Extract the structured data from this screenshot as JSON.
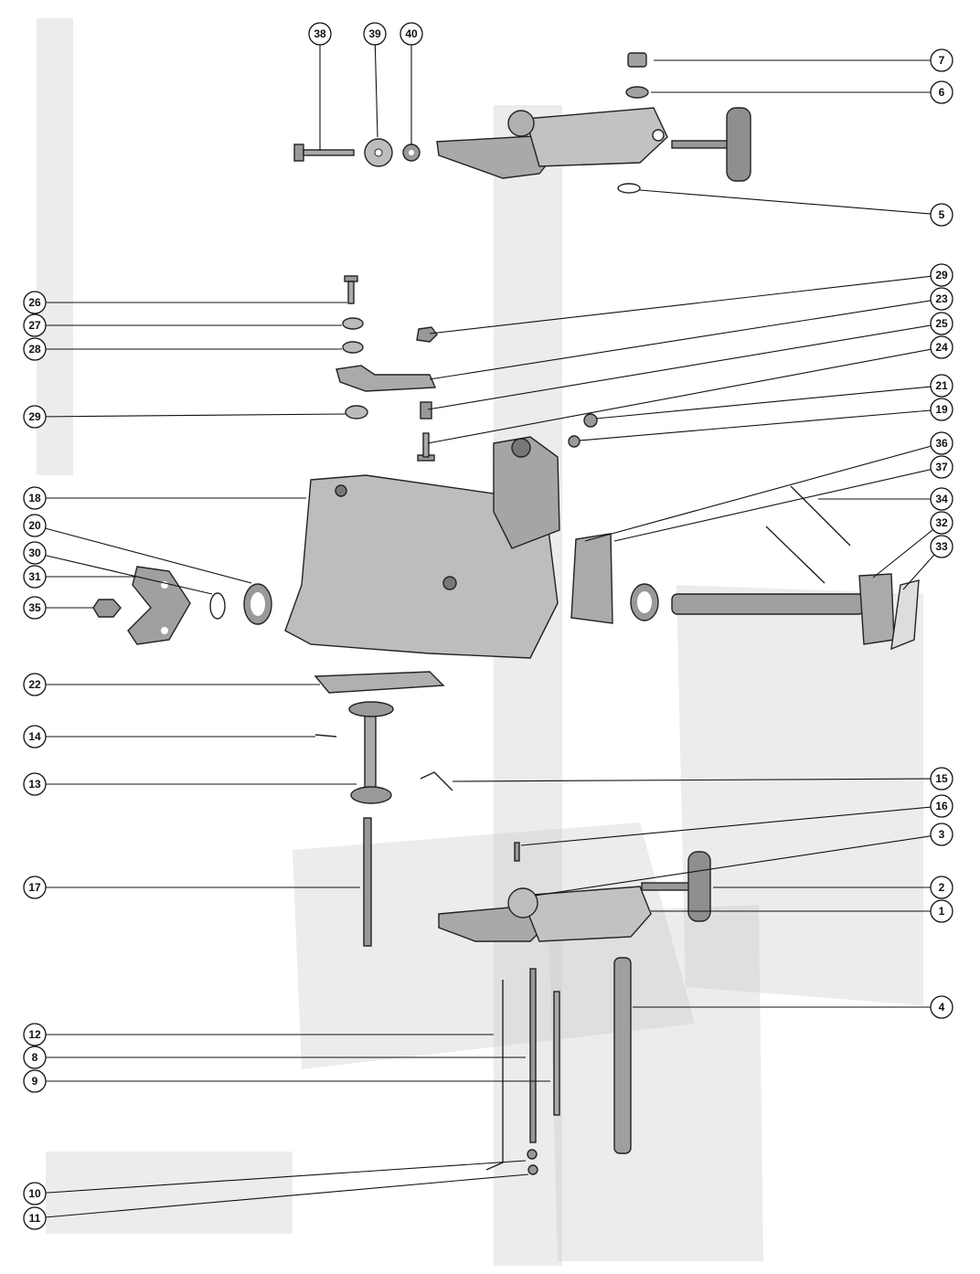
{
  "diagram": {
    "background_color": "#ffffff",
    "ink_color": "#111111",
    "part_fill": "#9c9c9c",
    "part_fill_light": "#d4d4d4",
    "callouts": [
      "38",
      "39",
      "40",
      "7",
      "6",
      "5",
      "29",
      "23",
      "25",
      "24",
      "26",
      "27",
      "28",
      "29",
      "21",
      "19",
      "36",
      "37",
      "18",
      "20",
      "34",
      "30",
      "31",
      "32",
      "33",
      "35",
      "22",
      "14",
      "15",
      "13",
      "16",
      "3",
      "17",
      "2",
      "1",
      "4",
      "12",
      "8",
      "9",
      "10",
      "11"
    ]
  }
}
